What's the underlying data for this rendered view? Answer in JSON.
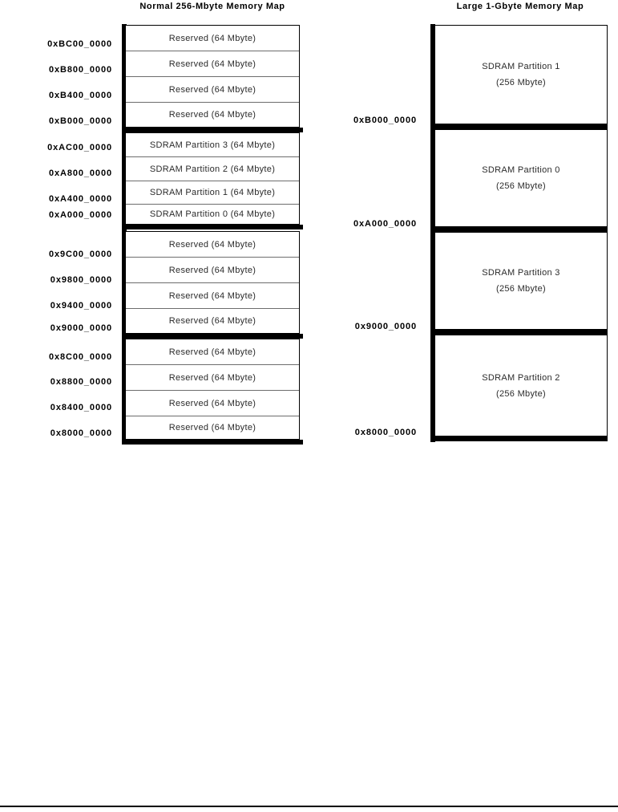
{
  "document": {
    "footer_rule": true
  },
  "left_map": {
    "title": "Normal 256-Mbyte Memory Map",
    "groups": [
      {
        "rows": [
          {
            "label": "Reserved (64 Mbyte)"
          },
          {
            "label": "Reserved (64 Mbyte)"
          },
          {
            "label": "Reserved (64 Mbyte)"
          },
          {
            "label": "Reserved (64 Mbyte)"
          }
        ]
      },
      {
        "rows": [
          {
            "label": "SDRAM Partition 3 (64 Mbyte)"
          },
          {
            "label": "SDRAM Partition 2 (64 Mbyte)"
          },
          {
            "label": "SDRAM Partition 1 (64 Mbyte)"
          },
          {
            "label": "SDRAM Partition 0 (64 Mbyte)"
          }
        ]
      },
      {
        "rows": [
          {
            "label": "Reserved (64 Mbyte)"
          },
          {
            "label": "Reserved (64 Mbyte)"
          },
          {
            "label": "Reserved (64 Mbyte)"
          },
          {
            "label": "Reserved (64 Mbyte)"
          }
        ]
      },
      {
        "rows": [
          {
            "label": "Reserved (64 Mbyte)"
          },
          {
            "label": "Reserved (64 Mbyte)"
          },
          {
            "label": "Reserved (64 Mbyte)"
          },
          {
            "label": "Reserved (64 Mbyte)"
          }
        ]
      }
    ],
    "addresses": [
      {
        "text": "0xBC00_0000"
      },
      {
        "text": "0xB800_0000"
      },
      {
        "text": "0xB400_0000"
      },
      {
        "text": "0xB000_0000"
      },
      {
        "text": "0xAC00_0000"
      },
      {
        "text": "0xA800_0000"
      },
      {
        "text": "0xA400_0000"
      },
      {
        "text": "0xA000_0000"
      },
      {
        "text": "0x9C00_0000"
      },
      {
        "text": "0x9800_0000"
      },
      {
        "text": "0x9400_0000"
      },
      {
        "text": "0x9000_0000"
      },
      {
        "text": "0x8C00_0000"
      },
      {
        "text": "0x8800_0000"
      },
      {
        "text": "0x8400_0000"
      },
      {
        "text": "0x8000_0000"
      }
    ]
  },
  "right_map": {
    "title": "Large 1-Gbyte Memory Map",
    "blocks": [
      {
        "name": "SDRAM Partition 1",
        "size": "(256 Mbyte)"
      },
      {
        "name": "SDRAM Partition 0",
        "size": "(256 Mbyte)"
      },
      {
        "name": "SDRAM Partition 3",
        "size": "(256 Mbyte)"
      },
      {
        "name": "SDRAM Partition 2",
        "size": "(256 Mbyte)"
      }
    ],
    "addresses": [
      {
        "text": "0xB000_0000"
      },
      {
        "text": "0xA000_0000"
      },
      {
        "text": "0x9000_0000"
      },
      {
        "text": "0x8000_0000"
      }
    ]
  }
}
